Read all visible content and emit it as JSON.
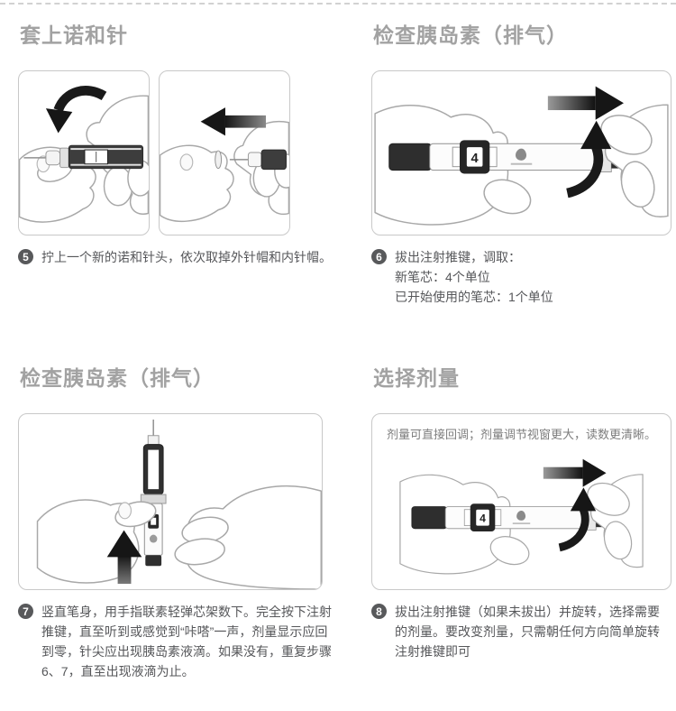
{
  "colors": {
    "title_gray": "#a2a2a2",
    "body_text": "#56575a",
    "badge_bg": "#58595b",
    "panel_border": "#c8c8c8",
    "arrow_black": "#161616",
    "dashed_line": "#d2d2d2"
  },
  "sections": {
    "attach_needle": {
      "title": "套上诺和针",
      "step_no": "5",
      "step_text": "拧上一个新的诺和针头，依次取掉外针帽和内针帽。"
    },
    "check_insulin_1": {
      "title": "检查胰岛素（排气）",
      "step_no": "6",
      "step_line1": "拔出注射推键，调取：",
      "step_line2": "新笔芯：4个单位",
      "step_line3": "已开始使用的笔芯：1个单位"
    },
    "check_insulin_2": {
      "title": "检查胰岛素（排气）",
      "step_no": "7",
      "step_text": "竖直笔身，用手指联素轻弹芯架数下。完全按下注射推键，直至听到或感觉到“咔嗒”一声，剂量显示应回到零，针尖应出现胰岛素液滴。如果没有，重复步骤6、7，直至出现液滴为止。"
    },
    "select_dose": {
      "title": "选择剂量",
      "note": "剂量可直接回调；剂量调节视窗更大，读数更清晰。",
      "step_no": "8",
      "step_text": "拔出注射推键（如果未拔出）并旋转，选择需要的剂量。要改变剂量，只需朝任何方向简单旋转注射推键即可"
    }
  },
  "pen": {
    "dose_window_value": "4"
  },
  "icons": {
    "screw-rotate-arrow": "curved-arrow-down",
    "pull-cap-arrow": "arrow-left",
    "push-button-arrow": "arrow-right",
    "rotate-dial-arrow": "curved-arrow-up",
    "flick-arrow": "arrow-up"
  }
}
